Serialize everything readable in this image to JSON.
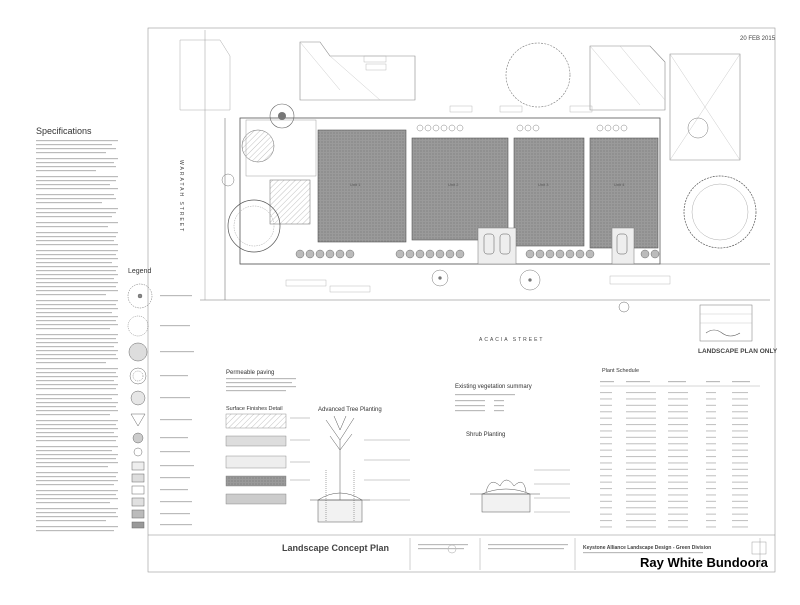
{
  "date_stamp": "20 FEB 2015",
  "specifications_title": "Specifications",
  "legend_title": "Legend",
  "permeable_paving_title": "Permeable paving",
  "surface_finishes_title": "Surface Finishes Detail",
  "advanced_tree_title": "Advanced Tree Planting",
  "existing_vegetation_title": "Existing vegetation summary",
  "shrub_planting_title": "Shrub Planting",
  "plant_schedule_title": "Plant Schedule",
  "street_south": "ACACIA STREET",
  "street_west": "WARATAH STREET",
  "stamp_text": "LANDSCAPE PLAN ONLY",
  "drawing_title": "Landscape Concept Plan",
  "firm_name": "Keystone Alliance Landscape Design - Green Division",
  "agent_watermark": "Ray White Bundoora",
  "units": [
    "Unit 1",
    "Unit 2",
    "Unit 3",
    "Unit 4"
  ]
}
